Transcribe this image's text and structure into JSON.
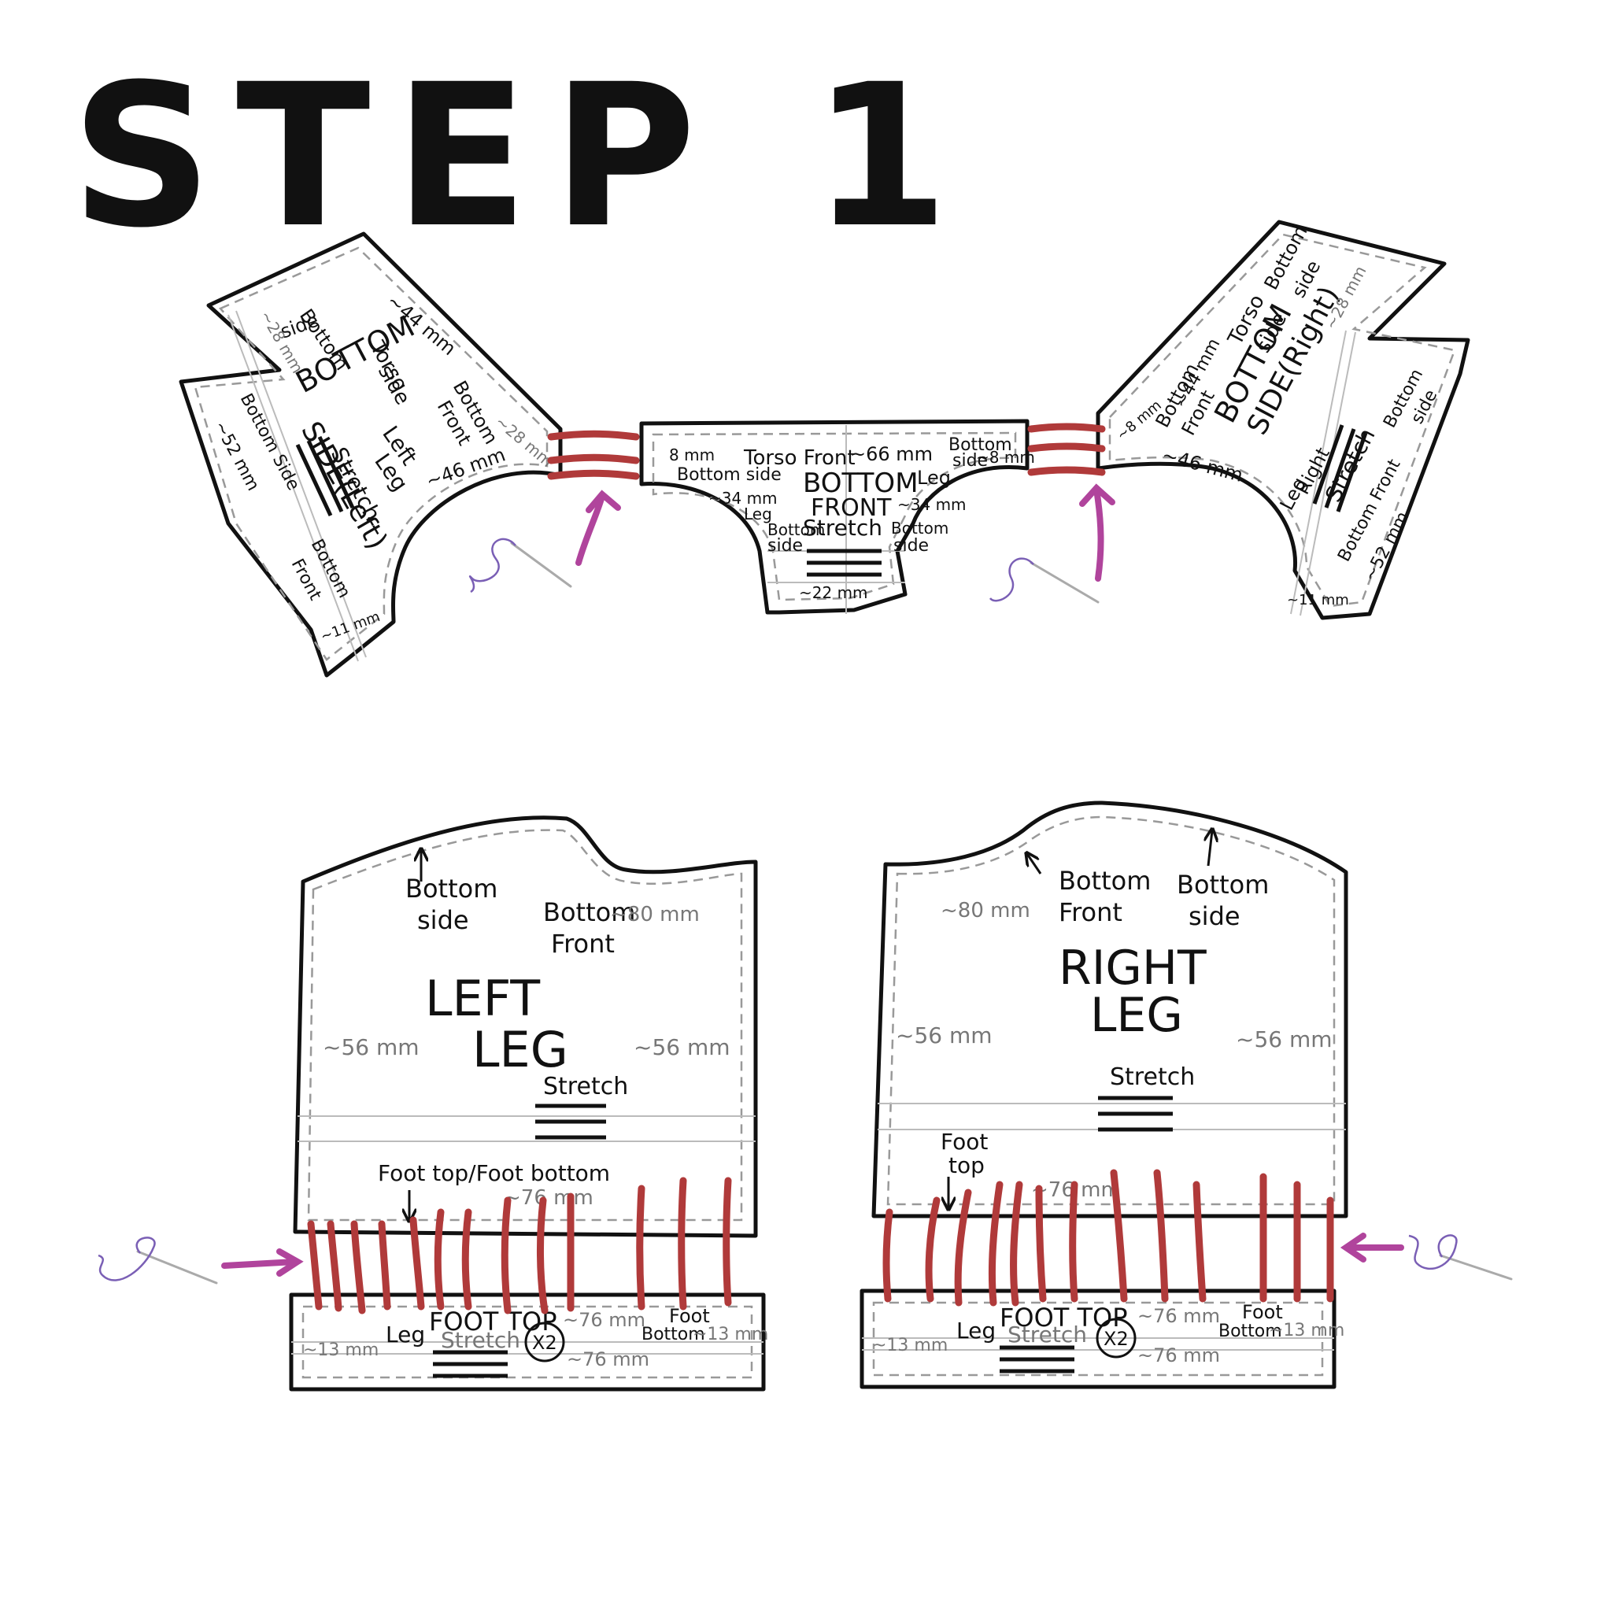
{
  "title": "STEP 1",
  "bottom_side_left": {
    "name_line1": "BOTTOM",
    "name_line2": "SIDE(Left)",
    "labels": [
      "Bottom",
      "side",
      "Torso",
      "side",
      "Bottom",
      "Front",
      "Left",
      "Leg",
      "Bottom Side",
      "Stretch",
      "Bottom",
      "Front"
    ],
    "measures": [
      "~44 mm",
      "~28 mm",
      "~28 mm",
      "~46 mm",
      "~52 mm",
      "~11 mm"
    ]
  },
  "bottom_front": {
    "name_line1": "BOTTOM",
    "name_line2": "FRONT",
    "labels": [
      "Torso Front",
      "Bottom side",
      "Bottom",
      "side",
      "Leg",
      "Leg",
      "Bottom",
      "side",
      "Bottom",
      "side",
      "Stretch"
    ],
    "measures": [
      "~66 mm",
      "8 mm",
      "~8 mm",
      "~34 mm",
      "~34 mm",
      "~22 mm"
    ]
  },
  "bottom_side_right": {
    "name_line1": "BOTTOM",
    "name_line2": "SIDE(Right)",
    "labels": [
      "Torso",
      "side",
      "Bottom",
      "side",
      "Bottom",
      "Front",
      "Right",
      "Leg",
      "Stretch",
      "Bottom",
      "side",
      "Bottom Front"
    ],
    "measures": [
      "~44 mm",
      "~28 mm",
      "~8 mm",
      "~46 mm",
      "~52 mm",
      "~11 mm"
    ]
  },
  "left_leg": {
    "name_line1": "LEFT",
    "name_line2": "LEG",
    "labels": [
      "Bottom",
      "side",
      "Bottom",
      "Front",
      "Stretch",
      "Foot top/Foot bottom"
    ],
    "measures": [
      "~80 mm",
      "~56 mm",
      "~56 mm",
      "~76 mm"
    ]
  },
  "right_leg": {
    "name_line1": "RIGHT",
    "name_line2": "LEG",
    "labels": [
      "Bottom",
      "Front",
      "Bottom",
      "side",
      "Stretch",
      "Foot",
      "top"
    ],
    "measures": [
      "~80 mm",
      "~56 mm",
      "~56 mm",
      "~76 mm"
    ]
  },
  "foot_top_left": {
    "name": "FOOT TOP",
    "count": "X2",
    "labels": [
      "Leg",
      "Stretch",
      "Foot",
      "Bottom"
    ],
    "measures": [
      "~76 mm",
      "~13 mm",
      "~13 mm",
      "~76 mm"
    ]
  },
  "foot_top_right": {
    "name": "FOOT TOP",
    "count": "X2",
    "labels": [
      "Leg",
      "Stretch",
      "Foot",
      "Bottom"
    ],
    "measures": [
      "~76 mm",
      "~13 mm",
      "~13 mm",
      "~76 mm"
    ]
  },
  "colors": {
    "stitch": "#b03a3a",
    "arrow": "#b0449c",
    "thread": "#7a5fb5"
  }
}
